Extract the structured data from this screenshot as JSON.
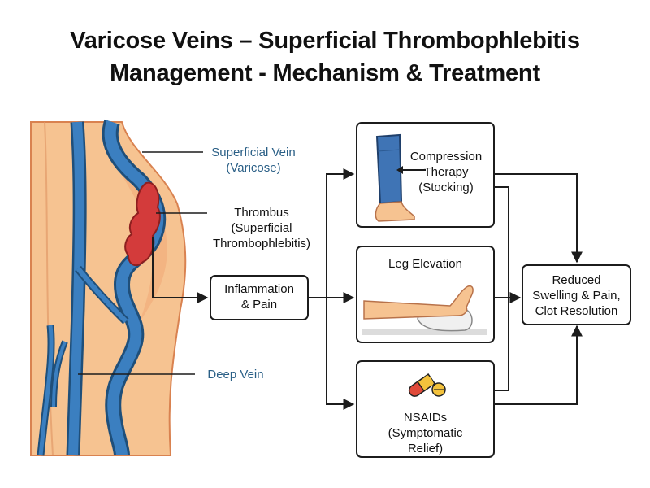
{
  "title": {
    "line1": "Varicose Veins – Superficial Thrombophlebitis",
    "line2": "Management - Mechanism & Treatment"
  },
  "anatomy_labels": {
    "superficial_vein": [
      "Superficial Vein",
      "(Varicose)"
    ],
    "thrombus": [
      "Thrombus",
      "(Superficial",
      "Thrombophlebitis)"
    ],
    "deep_vein": "Deep Vein"
  },
  "nodes": {
    "inflammation": [
      "Inflammation",
      "& Pain"
    ],
    "compression": [
      "Compression",
      "Therapy",
      "(Stocking)"
    ],
    "elevation": "Leg Elevation",
    "nsaids": [
      "NSAIDs",
      "(Symptomatic",
      "Relief)"
    ],
    "outcome": [
      "Reduced",
      "Swelling & Pain,",
      "Clot Resolution"
    ]
  },
  "colors": {
    "skin": "#f6c391",
    "skin_outline": "#d98250",
    "vein": "#3b7fc0",
    "vein_outline": "#1f4f7a",
    "thrombus": "#d33b3b",
    "stocking": "#3f74b5",
    "label_blue": "#2a5f86",
    "pill_red": "#e04a3a",
    "pill_yellow": "#f3c23c"
  },
  "icons": [
    "compression-stocking-icon",
    "elevated-leg-icon",
    "pills-icon"
  ]
}
